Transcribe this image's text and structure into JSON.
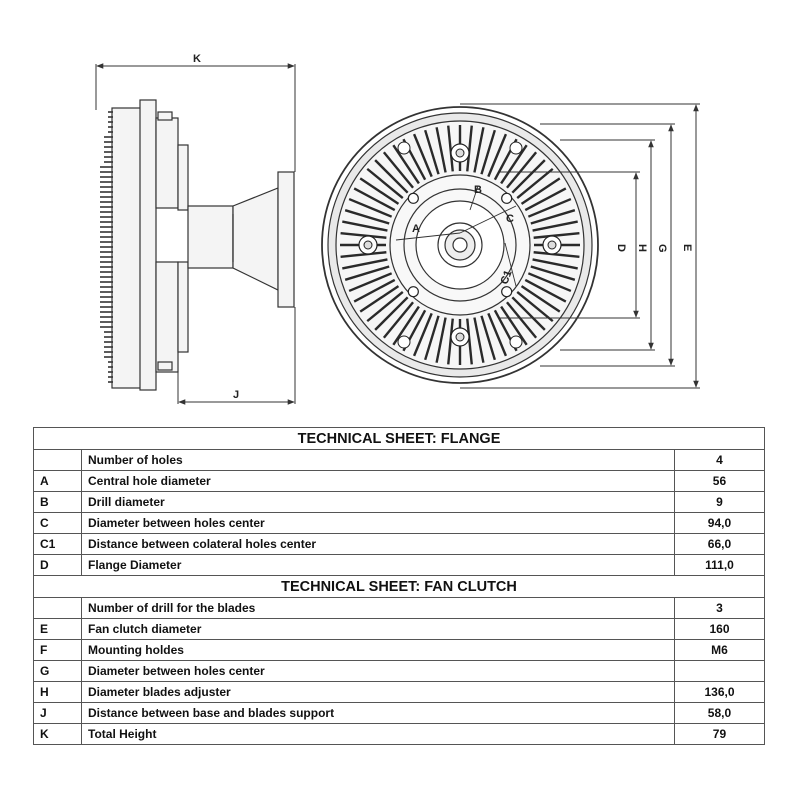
{
  "dimension_labels": {
    "k": "K",
    "j": "J",
    "a": "A",
    "b": "B",
    "c": "C",
    "c1": "C1",
    "d": "D",
    "h": "H",
    "g": "G",
    "e": "E"
  },
  "colors": {
    "line": "#333333",
    "fill": "#f4f4f4",
    "dark": "#1a1a1a",
    "border": "#555555"
  },
  "sections": [
    {
      "title": "TECHNICAL SHEET: FLANGE",
      "rows": [
        {
          "code": "",
          "desc": "Number of holes",
          "value": "4"
        },
        {
          "code": "A",
          "desc": "Central hole diameter",
          "value": "56"
        },
        {
          "code": "B",
          "desc": "Drill diameter",
          "value": "9"
        },
        {
          "code": "C",
          "desc": "Diameter between holes center",
          "value": "94,0"
        },
        {
          "code": "C1",
          "desc": "Distance between colateral holes center",
          "value": "66,0"
        },
        {
          "code": "D",
          "desc": "Flange Diameter",
          "value": "111,0"
        }
      ]
    },
    {
      "title": "TECHNICAL SHEET: FAN CLUTCH",
      "rows": [
        {
          "code": "",
          "desc": "Number of drill for the blades",
          "value": "3"
        },
        {
          "code": "E",
          "desc": "Fan clutch diameter",
          "value": "160"
        },
        {
          "code": "F",
          "desc": "Mounting holdes",
          "value": "M6"
        },
        {
          "code": "G",
          "desc": "Diameter between holes center",
          "value": ""
        },
        {
          "code": "H",
          "desc": "Diameter blades adjuster",
          "value": "136,0"
        },
        {
          "code": "J",
          "desc": "Distance between base and blades support",
          "value": "58,0"
        },
        {
          "code": "K",
          "desc": "Total Height",
          "value": "79"
        }
      ]
    }
  ]
}
